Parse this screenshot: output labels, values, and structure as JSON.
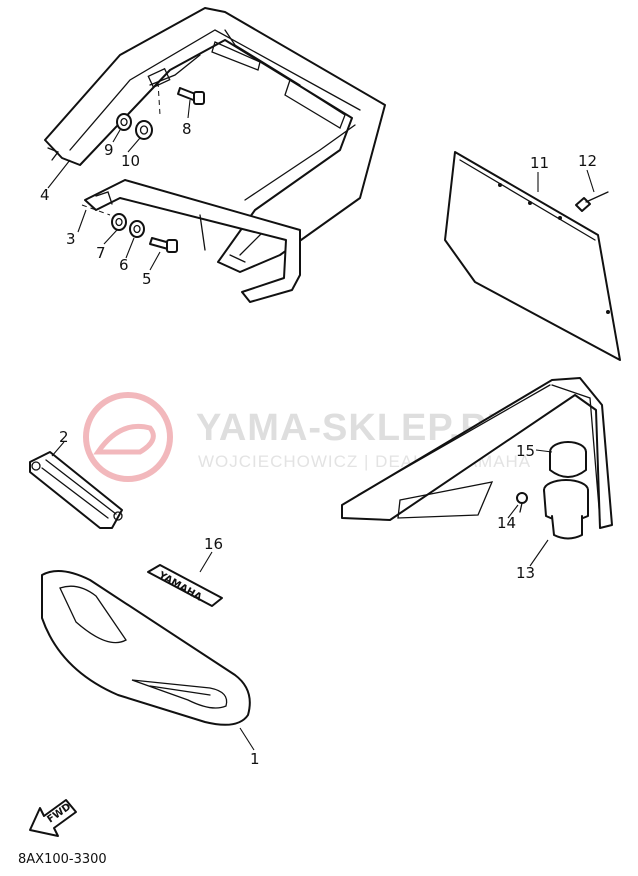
{
  "watermark": {
    "title": "YAMA-SKLEP.PL",
    "subtitle": "WOJCIECHOWICZ | DEALER YAMAHA"
  },
  "decal_text": "YAMAHA",
  "fwd_label": "FWD",
  "diagram_code": "8AX100-3300",
  "callouts": [
    {
      "id": "1",
      "label": "1"
    },
    {
      "id": "2",
      "label": "2"
    },
    {
      "id": "3",
      "label": "3"
    },
    {
      "id": "4",
      "label": "4"
    },
    {
      "id": "5",
      "label": "5"
    },
    {
      "id": "6",
      "label": "6"
    },
    {
      "id": "7",
      "label": "7"
    },
    {
      "id": "8",
      "label": "8"
    },
    {
      "id": "9",
      "label": "9"
    },
    {
      "id": "10",
      "label": "10"
    },
    {
      "id": "11",
      "label": "11"
    },
    {
      "id": "12",
      "label": "12"
    },
    {
      "id": "13",
      "label": "13"
    },
    {
      "id": "14",
      "label": "14"
    },
    {
      "id": "15",
      "label": "15"
    },
    {
      "id": "16",
      "label": "16"
    }
  ]
}
